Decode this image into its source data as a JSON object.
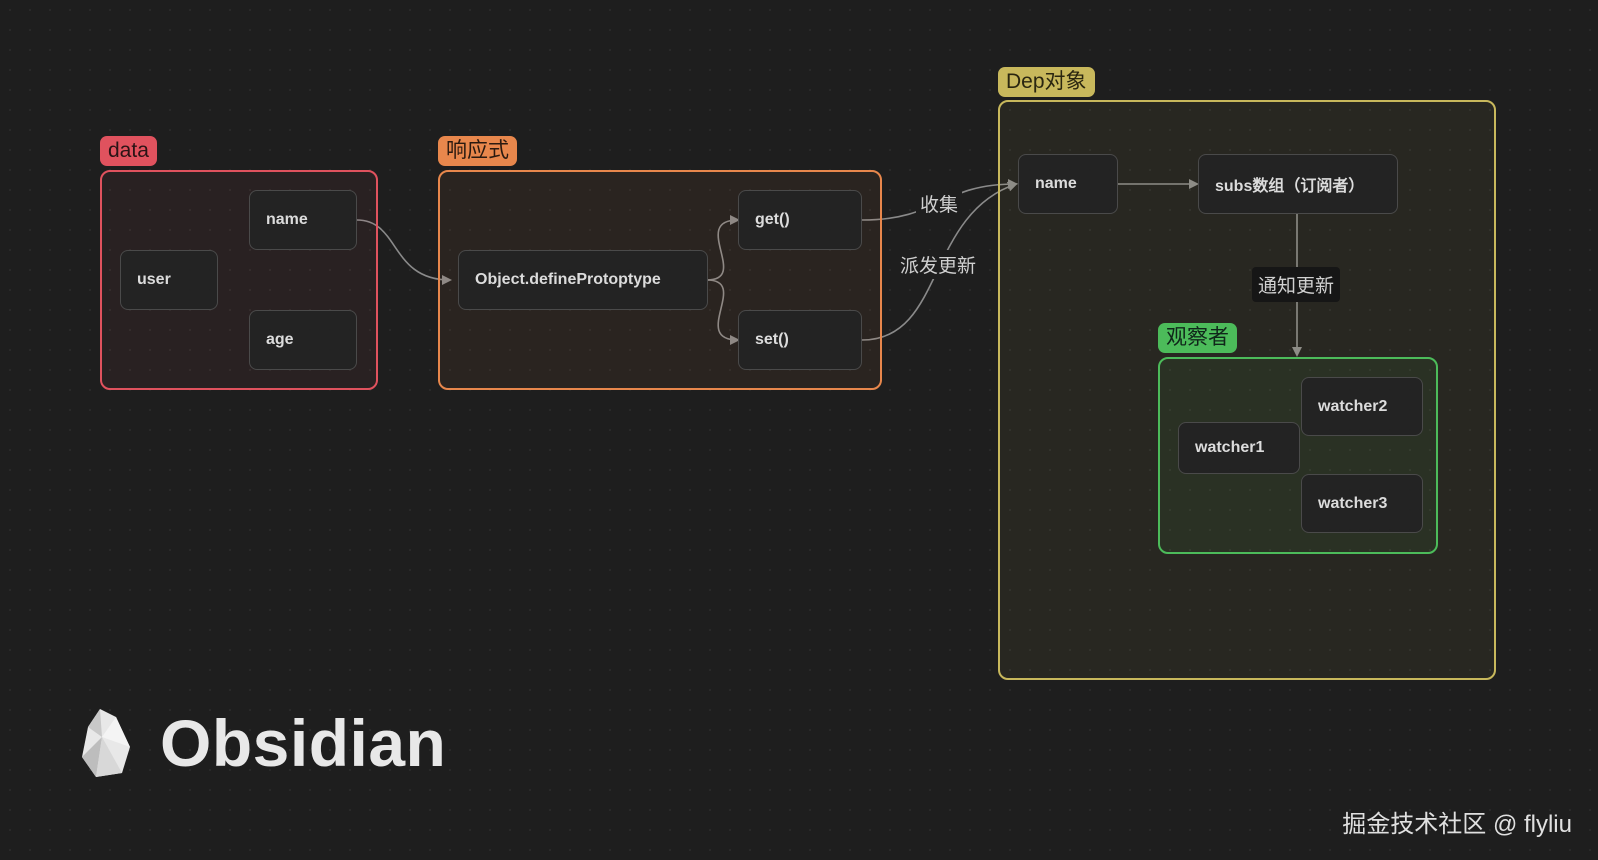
{
  "groups": {
    "data": {
      "label": "data",
      "color": "#e0525e"
    },
    "reactive": {
      "label": "响应式",
      "color": "#e8874c"
    },
    "dep": {
      "label": "Dep对象",
      "color": "#c8b85c"
    },
    "observer": {
      "label": "观察者",
      "color": "#4cbb5a"
    }
  },
  "nodes": {
    "user": "user",
    "name": "name",
    "age": "age",
    "define": "Object.defineProtoptype",
    "get": "get()",
    "set": "set()",
    "dep_name": "name",
    "subs": "subs数组（订阅者）",
    "watcher1": "watcher1",
    "watcher2": "watcher2",
    "watcher3": "watcher3"
  },
  "edge_labels": {
    "collect": "收集",
    "dispatch": "派发更新",
    "notify": "通知更新"
  },
  "branding": {
    "logo": "Obsidian",
    "logo_icon": "obsidian-crystal-icon"
  },
  "watermark": "掘金技术社区 @ flyliu"
}
